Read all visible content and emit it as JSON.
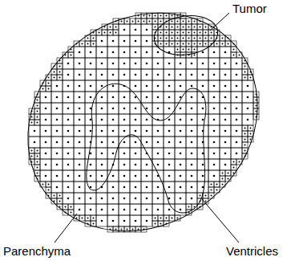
{
  "diagram": {
    "labels": [
      "Tumor",
      "Parenchyma",
      "Ventricles"
    ]
  }
}
